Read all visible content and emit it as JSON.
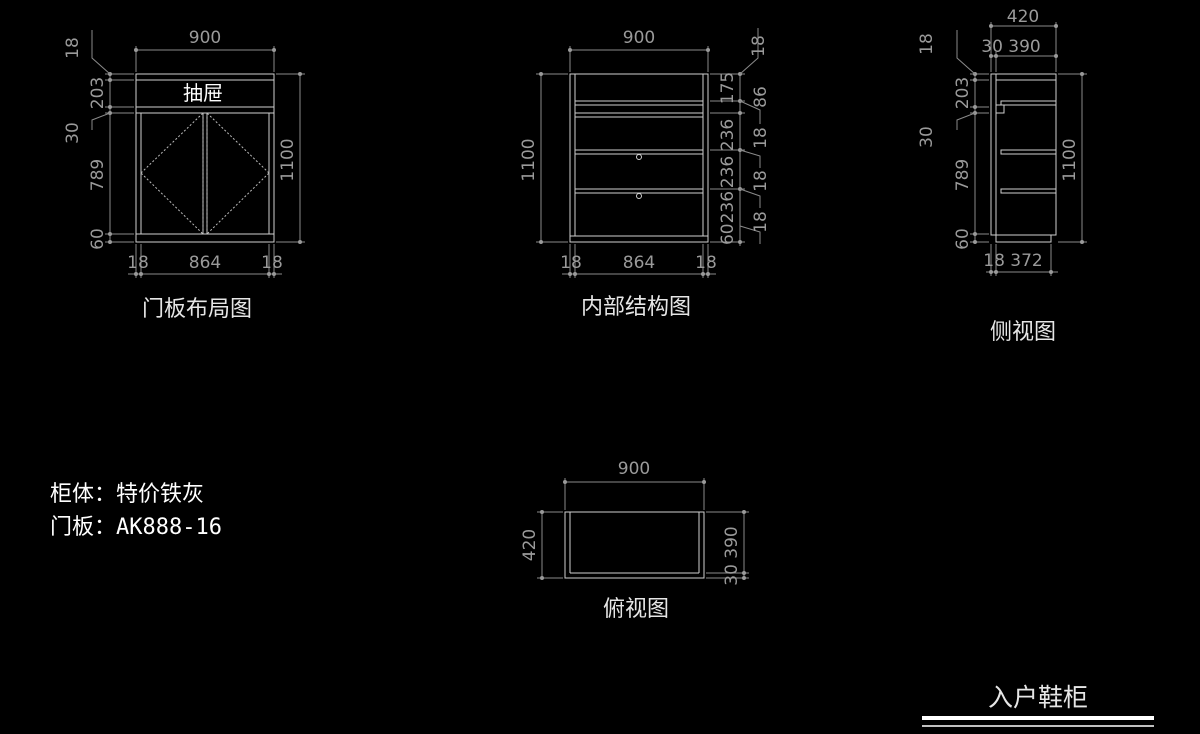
{
  "views": {
    "door_layout": {
      "title": "门板布局图",
      "drawer_label": "抽屉",
      "dims": {
        "width": "900",
        "top_gap": "18",
        "drawer_h": "203",
        "mid_gap": "30",
        "door_h": "789",
        "base": "60",
        "height": "1100",
        "left_side": "18",
        "inner": "864",
        "right_side": "18"
      }
    },
    "internal_structure": {
      "title": "内部结构图",
      "dims": {
        "width": "900",
        "height": "1100",
        "left_side": "18",
        "inner": "864",
        "right_side": "18",
        "top": "18",
        "h1": "175",
        "h1b": "86",
        "h2": "236",
        "t2": "18",
        "h3": "236",
        "t3": "18",
        "h4": "60236",
        "t4": "18"
      }
    },
    "side_view": {
      "title": "侧视图",
      "dims": {
        "depth": "420",
        "back_front": "30 390",
        "top_gap": "18",
        "drawer_h": "203",
        "mid_gap": "30",
        "door_h": "789",
        "base": "60",
        "height": "1100",
        "bottom": "18 372"
      }
    },
    "top_view": {
      "title": "俯视图",
      "dims": {
        "width": "900",
        "depth": "420",
        "split": "30 390"
      }
    }
  },
  "notes": {
    "cabinet": "柜体：特价铁灰",
    "door": "门板：AK888-16"
  },
  "title_block": {
    "name": "入户鞋柜"
  },
  "colors": {
    "background": "#000000",
    "line": "#cfcfcf",
    "dimension": "#9a9a9a",
    "text": "#ffffff"
  }
}
